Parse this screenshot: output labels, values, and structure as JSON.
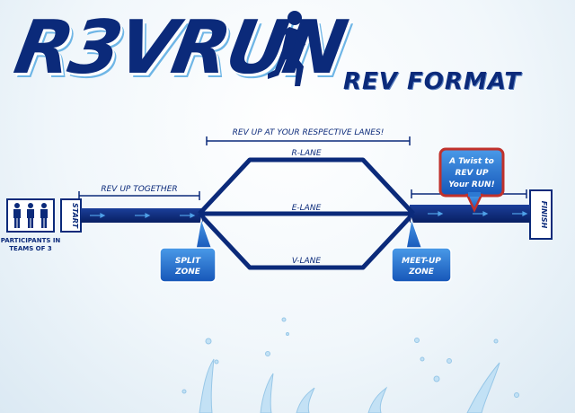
{
  "logo": {
    "text": "R3VRUN"
  },
  "format_title": "REV FORMAT",
  "labels": {
    "rev_up_lanes": "REV UP AT YOUR RESPECTIVE LANES!",
    "rev_up_together": "REV UP TOGETHER",
    "r_lane": "R-LANE",
    "e_lane": "E-LANE",
    "v_lane": "V-LANE",
    "start": "START",
    "finish": "FINISH",
    "participants_line1": "PARTICIPANTS IN",
    "participants_line2": "TEAMS OF 3"
  },
  "callouts": {
    "split_line1": "SPLIT",
    "split_line2": "ZONE",
    "meetup_line1": "MEET-UP",
    "meetup_line2": "ZONE",
    "twist_line1": "A Twist to",
    "twist_line2": "REV UP",
    "twist_line3": "Your RUN!"
  },
  "colors": {
    "track": "#0b2a7a",
    "accent": "#1a63c7",
    "twist_border": "#c0312b",
    "water": "#bfe0f5"
  },
  "icons": [
    "runner-silhouette-icon",
    "participants-team-icon",
    "water-splash-icon"
  ]
}
